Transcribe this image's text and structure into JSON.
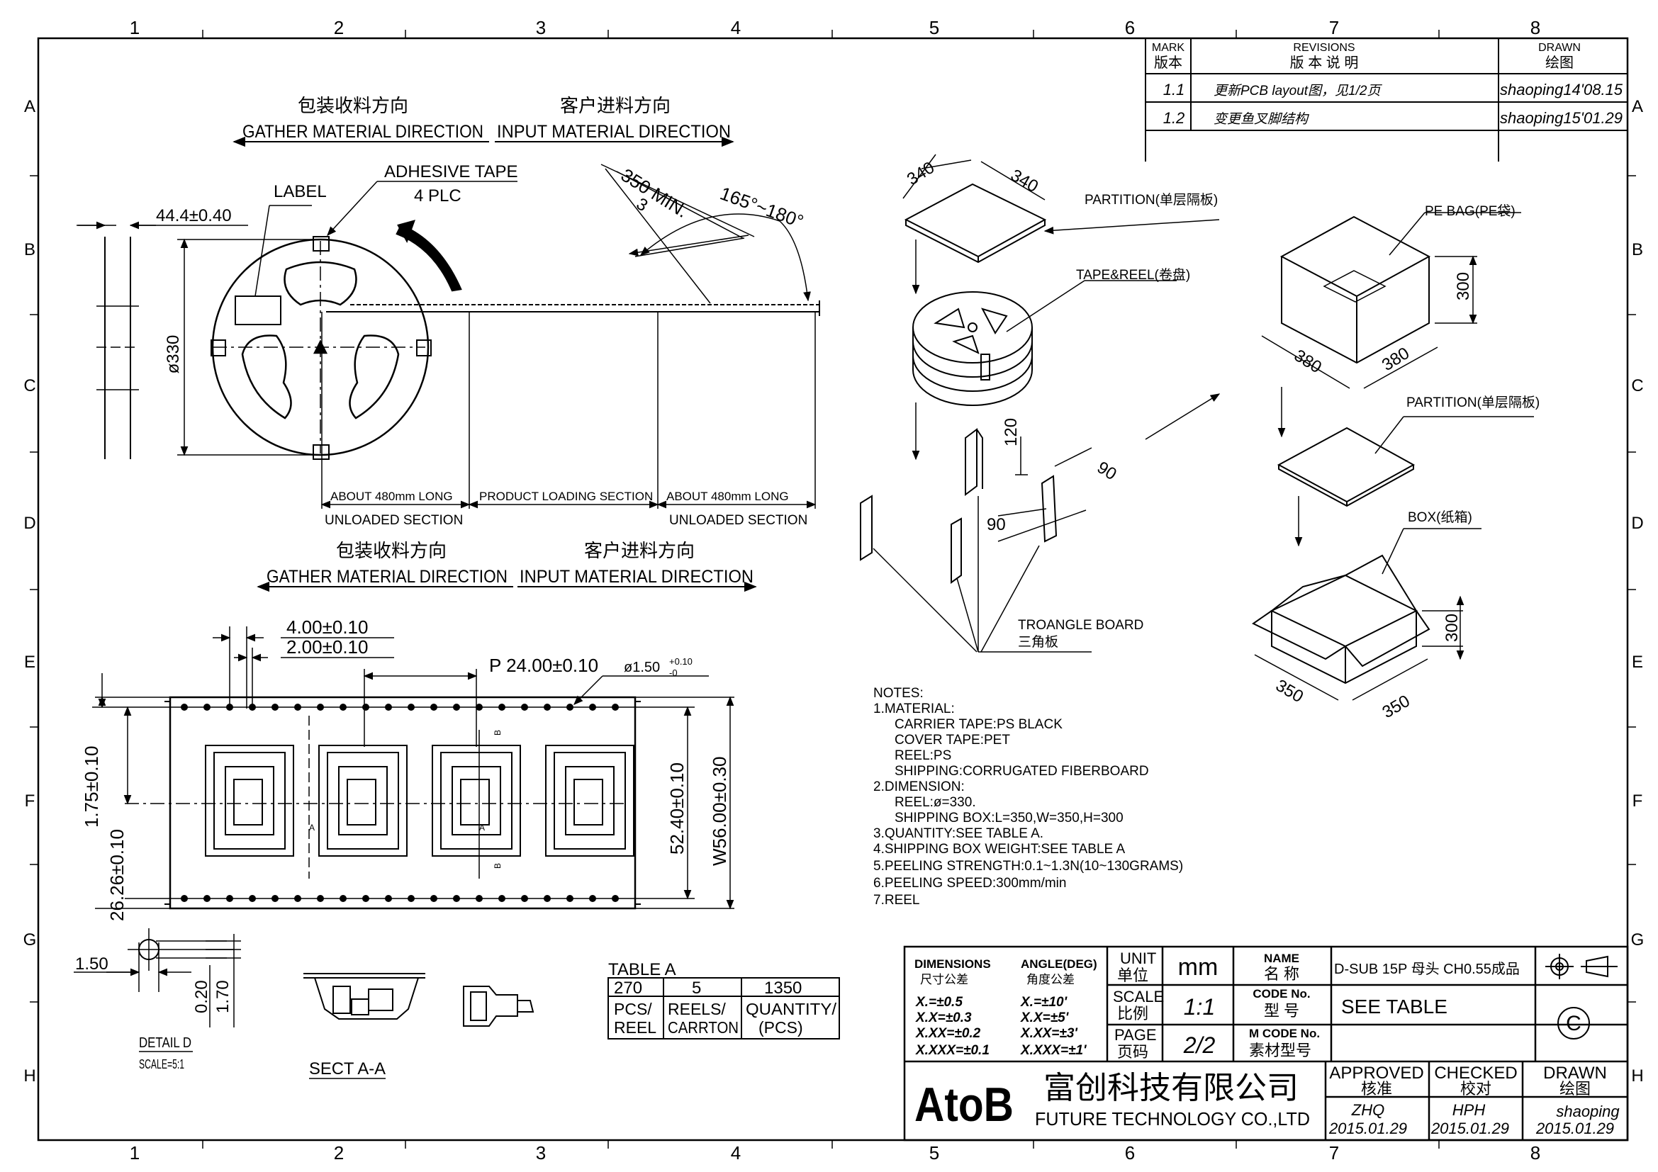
{
  "frame": {
    "col_markers": [
      "1",
      "2",
      "3",
      "4",
      "5",
      "6",
      "7",
      "8"
    ],
    "row_markers": [
      "A",
      "B",
      "C",
      "D",
      "E",
      "F",
      "G",
      "H"
    ]
  },
  "revisions": {
    "h_mark_en": "MARK",
    "h_mark_cn": "版本",
    "h_rev_en": "REVISIONS",
    "h_rev_cn": "版 本 说 明",
    "h_drawn_en": "DRAWN",
    "h_drawn_cn": "绘图",
    "rows": [
      {
        "mark": "1.1",
        "desc": "更新PCB layout图，见1/2页",
        "drawn": "shaoping14'08.15"
      },
      {
        "mark": "1.2",
        "desc": "变更鱼叉脚结构",
        "drawn": "shaoping15'01.29"
      }
    ]
  },
  "top_view": {
    "gather_cn": "包装收料方向",
    "gather_en": "GATHER MATERIAL DIRECTION",
    "input_cn": "客户进料方向",
    "input_en": "INPUT MATERIAL DIRECTION",
    "label": "LABEL",
    "adhesive": "ADHESIVE TAPE",
    "adhesive_qty": "4 PLC",
    "width_dim": "44.4±0.40",
    "reel_dia": "ø330",
    "len_dim": "350 MIN.",
    "len_sub": "3",
    "angle_dim": "165°~180°",
    "about1": "ABOUT 480mm LONG",
    "product": "PRODUCT LOADING SECTION",
    "about2": "ABOUT 480mm LONG",
    "unloaded1": "UNLOADED SECTION",
    "unloaded2": "UNLOADED SECTION"
  },
  "mid_labels": {
    "gather_cn": "包装收料方向",
    "gather_en": "GATHER MATERIAL DIRECTION",
    "input_cn": "客户进料方向",
    "input_en": "INPUT MATERIAL DIRECTION"
  },
  "tape_view": {
    "d1": "4.00±0.10",
    "d2": "2.00±0.10",
    "pitch": "P 24.00±0.10",
    "hole": "ø1.50",
    "hole_tol_up": "+0.10",
    "hole_tol_dn": "-0",
    "v1": "1.75±0.10",
    "v2": "26.26±0.10",
    "v3": "52.40±0.10",
    "v4": "W56.00±0.30",
    "mark_a": "A",
    "mark_b": "B"
  },
  "detail": {
    "d150": "1.50",
    "d020": "0.20",
    "d170": "1.70",
    "title": "DETAIL D",
    "scale": "SCALE=5:1",
    "sect": "SECT A-A"
  },
  "table_a": {
    "title": "TABLE A",
    "values": [
      "270",
      "5",
      "1350"
    ],
    "h1a": "PCS/",
    "h1b": "REEL",
    "h2a": "REELS/",
    "h2b": "CARRTON",
    "h3a": "QUANTITY/",
    "h3b": "(PCS)"
  },
  "iso": {
    "dim340a": "340",
    "dim340b": "340",
    "partition1": "PARTITION(单层隔板)",
    "tape_reel": "TAPE&REEL(卷盘)",
    "pe_bag": "PE BAG(PE袋)",
    "dim300a": "300",
    "dim380a": "380",
    "dim380b": "380",
    "partition2": "PARTITION(单层隔板)",
    "box": "BOX(纸箱)",
    "dim300b": "300",
    "dim350a": "350",
    "dim350b": "350",
    "dim120": "120",
    "dim90a": "90",
    "dim90b": "90",
    "triangle_en": "TROANGLE BOARD",
    "triangle_cn": "三角板"
  },
  "notes": [
    "NOTES:",
    "1.MATERIAL:",
    "   CARRIER TAPE:PS BLACK",
    "   COVER TAPE:PET",
    "   REEL:PS",
    "   SHIPPING:CORRUGATED FIBERBOARD",
    "2.DIMENSION:",
    "   REEL:ø=330.",
    "   SHIPPING BOX:L=350,W=350,H=300",
    "3.QUANTITY:SEE TABLE A.",
    "4.SHIPPING BOX WEIGHT:SEE TABLE A",
    "5.PEELING STRENGTH:0.1~1.3N(10~130GRAMS)",
    "6.PEELING SPEED:300mm/min",
    "7.REEL"
  ],
  "title_block": {
    "dim_en": "DIMENSIONS",
    "dim_cn": "尺寸公差",
    "ang_en": "ANGLE(DEG)",
    "ang_cn": "角度公差",
    "tol1": "X.=±0.5",
    "tol2": "X.X=±0.3",
    "tol3": "X.XX=±0.2",
    "tol4": "X.XXX=±0.1",
    "atol1": "X.=±10'",
    "atol2": "X.X=±5'",
    "atol3": "X.XX=±3'",
    "atol4": "X.XXX=±1'",
    "unit_en": "UNIT",
    "unit_cn": "单位",
    "unit_val": "mm",
    "scale_en": "SCALE",
    "scale_cn": "比例",
    "scale_val": "1:1",
    "page_en": "PAGE",
    "page_cn": "页码",
    "page_val": "2/2",
    "name_en": "NAME",
    "name_cn": "名 称",
    "name_val": "D-SUB 15P 母头 CH0.55成品",
    "code_en": "CODE No.",
    "code_cn": "型 号",
    "code_val": "SEE TABLE",
    "mcode_en": "M CODE No.",
    "mcode_cn": "素材型号",
    "rev_letter": "C",
    "logo": "AtoB",
    "company_cn": "富创科技有限公司",
    "company_en": "FUTURE TECHNOLOGY CO.,LTD",
    "approved_en": "APPROVED",
    "approved_cn": "核准",
    "checked_en": "CHECKED",
    "checked_cn": "校对",
    "drawn_en": "DRAWN",
    "drawn_cn": "绘图",
    "approved_by": "ZHQ",
    "approved_date": "2015.01.29",
    "checked_by": "HPH",
    "checked_date": "2015.01.29",
    "drawn_by": "shaoping",
    "drawn_date": "2015.01.29"
  }
}
